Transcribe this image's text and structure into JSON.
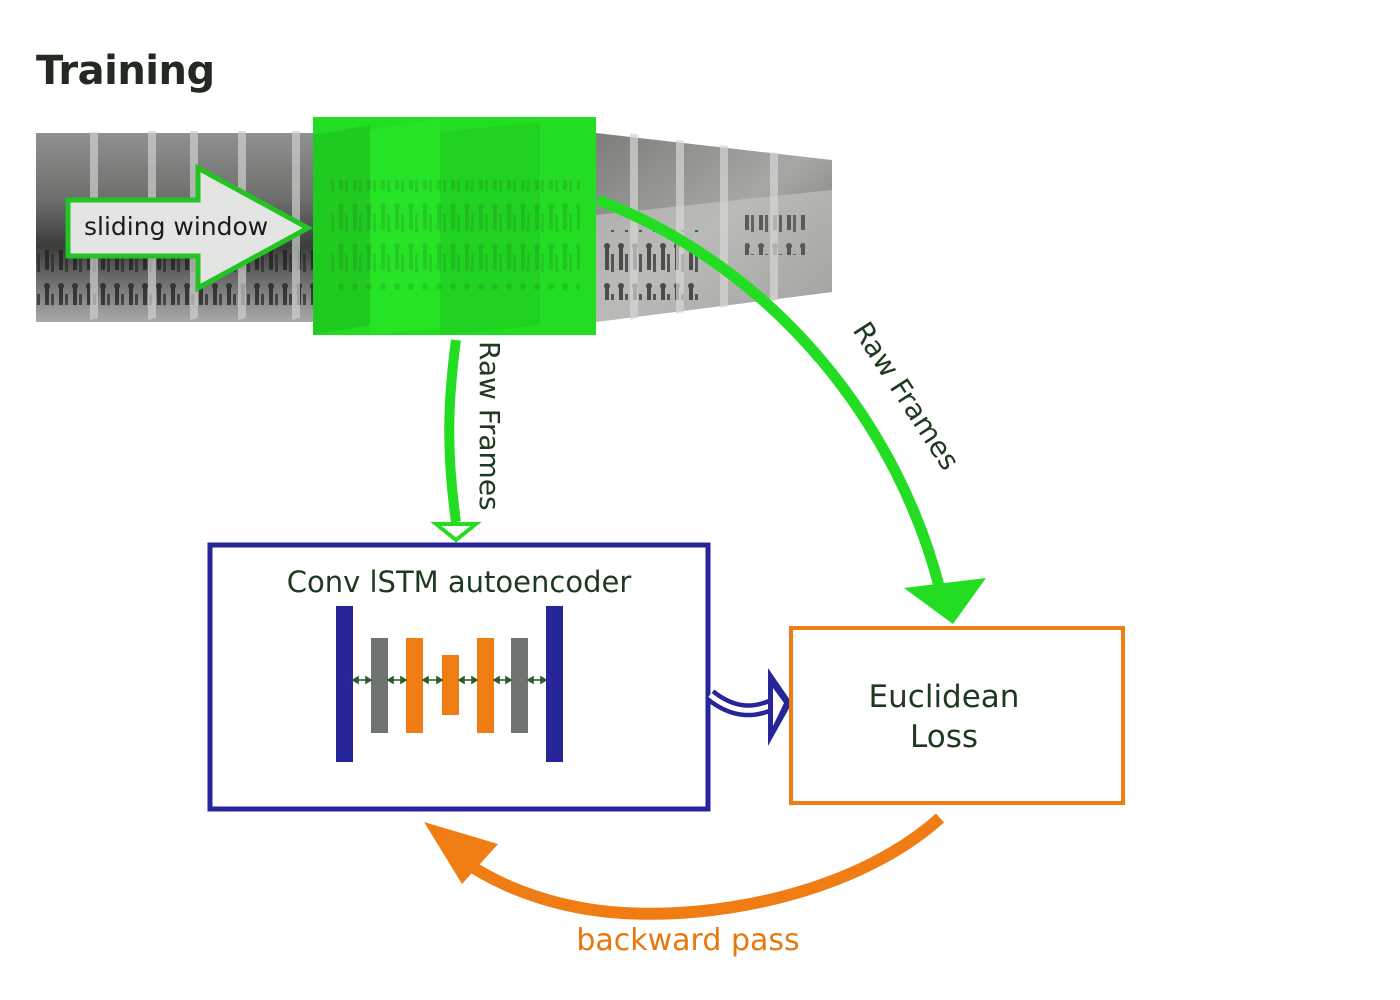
{
  "title": "Training",
  "labels": {
    "sliding_window": "sliding window",
    "raw_frames_vertical": "Raw Frames",
    "raw_frames_curved": "Raw Frames",
    "autoencoder": "Conv lSTM autoencoder",
    "loss_line1": "Euclidean",
    "loss_line2": "Loss",
    "backward": "backward pass"
  },
  "colors": {
    "green": "#22dd22",
    "green_dark": "#1aa51a",
    "blue": "#26269a",
    "orange": "#f07d14",
    "gray": "#6e7470",
    "text_dark": "#1e3a1e",
    "text_orange": "#e8780e"
  },
  "icons": {
    "frame": "video-frame",
    "arrow_connector": "double-arrow-icon"
  }
}
